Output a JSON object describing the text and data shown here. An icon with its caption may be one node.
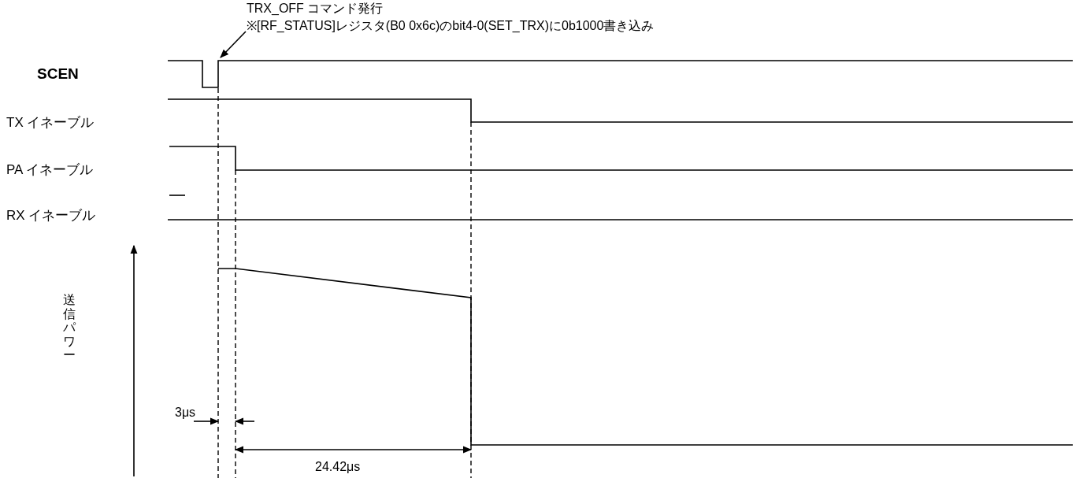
{
  "diagram": {
    "nodes": [
      {
        "text": [
          "TRX_OFF コマンド発行",
          "※[RF_STATUS]レジスタ(B0 0x6c)のbit4-0(SET_TRX)に0b1000書き込み"
        ]
      },
      {
        "text": [],
        "shape": "line"
      }
    ],
    "edges": [
      {
        "from": 0,
        "to": 1,
        "arrow": "to"
      }
    ],
    "labels": [
      "SCEN",
      "TX イネーブル",
      "PA イネーブル",
      "RX イネーブル",
      "送信パワー",
      "3μs",
      "24.42μs"
    ]
  }
}
